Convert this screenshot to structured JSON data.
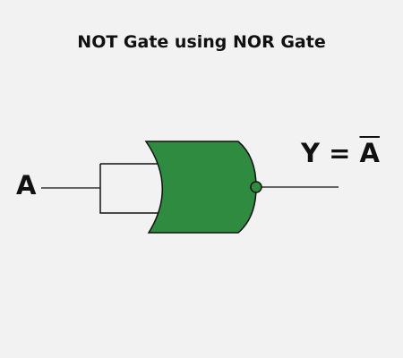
{
  "title": "NOT Gate using NOR Gate",
  "input_label": "A",
  "output_label": {
    "prefix": "Y = ",
    "negated_var": "A"
  },
  "colors": {
    "gate_fill": "#2e8b40",
    "stroke": "#111111",
    "background": "#f2f2f2"
  },
  "icons": {
    "gate": "nor-gate-icon",
    "inversion_bubble": "not-bubble-icon"
  }
}
